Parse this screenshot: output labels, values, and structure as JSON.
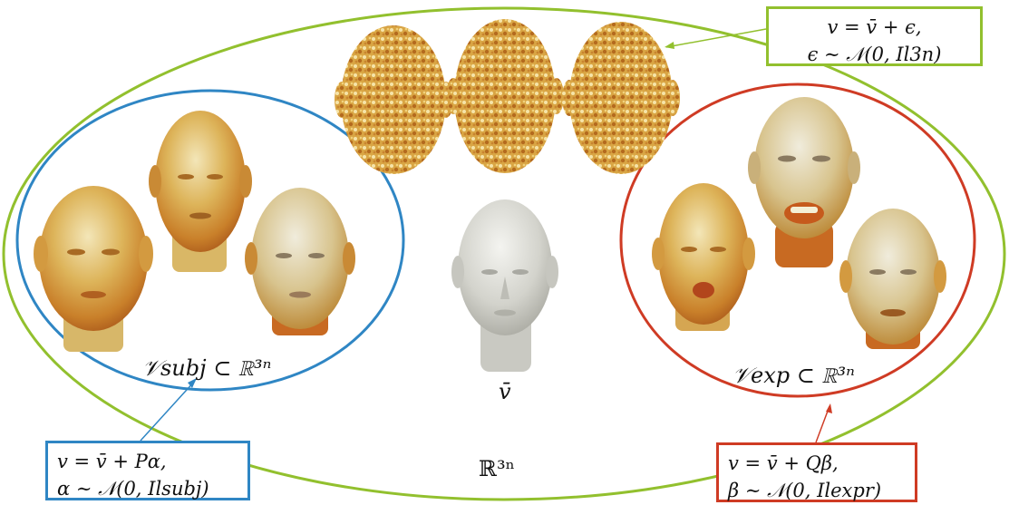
{
  "space_label": "ℝ³ⁿ",
  "mean_label": "v̄",
  "subject_label": "𝒱subj ⊂ ℝ³ⁿ",
  "expression_label": "𝒱exp ⊂ ℝ³ⁿ",
  "noise_box": {
    "line1": "v = v̄ + ϵ,",
    "line2": "ϵ ∼ 𝒩(0, Il3n)"
  },
  "subject_box": {
    "line1": "v = v̄ + Pα,",
    "line2": "α ∼ 𝒩(0, Ilsubj)"
  },
  "expression_box": {
    "line1": "v = v̄ + Qβ,",
    "line2": "β ∼ 𝒩(0, Ilexpr)"
  },
  "colors": {
    "outer_ellipse": "#92c02e",
    "subject_ellipse": "#2f86c4",
    "expression_ellipse": "#cf3b24",
    "gold_face": "#d9a94a",
    "silver_face": "#d6d6d0"
  }
}
